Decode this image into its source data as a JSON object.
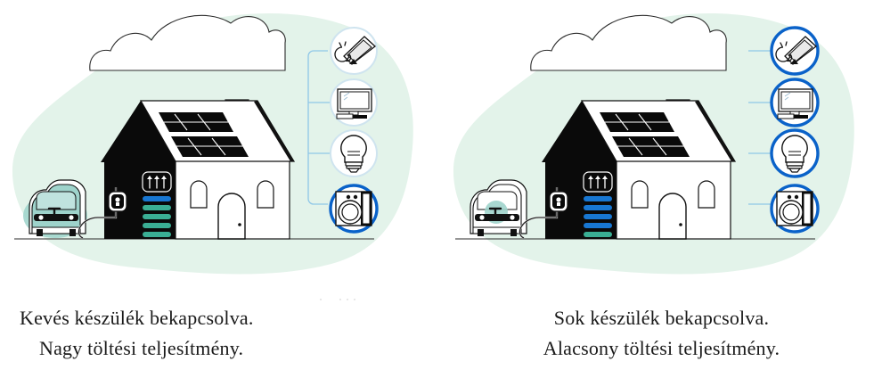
{
  "figure": {
    "title_alt": "Elektromos autó töltése okos otthonban",
    "panels": [
      {
        "id": "left",
        "state": "few-devices",
        "captions": {
          "line1": "Kevés készülék bekapcsolva.",
          "line2": "Nagy töltési teljesítmény."
        },
        "car": {
          "label": "electric-car",
          "body_color": "#9ed3cb",
          "charging": "high"
        },
        "house": {
          "label": "house-with-solar-panels",
          "wall_dark": "#0a0a0a",
          "wall_light": "#ffffff"
        },
        "charger": {
          "label": "wallbox-charger"
        },
        "meter": {
          "label": "power-meter",
          "bars": [
            {
              "color": "#1877d2",
              "state": "on"
            },
            {
              "color": "#3aae94",
              "state": "on"
            },
            {
              "color": "#3aae94",
              "state": "on"
            },
            {
              "color": "#3aae94",
              "state": "on"
            },
            {
              "color": "#3aae94",
              "state": "on"
            }
          ]
        },
        "devices": [
          {
            "name": "laptop-plug",
            "active": false
          },
          {
            "name": "monitor",
            "active": false
          },
          {
            "name": "lightbulb",
            "active": false
          },
          {
            "name": "washing-machine",
            "active": true
          }
        ]
      },
      {
        "id": "right",
        "state": "many-devices",
        "captions": {
          "line1": "Sok készülék bekapcsolva.",
          "line2": "Alacsony töltési teljesítmény."
        },
        "car": {
          "label": "electric-car",
          "body_color": "#ffffff",
          "charging": "low"
        },
        "house": {
          "label": "house-with-solar-panels",
          "wall_dark": "#0a0a0a",
          "wall_light": "#ffffff"
        },
        "charger": {
          "label": "wallbox-charger"
        },
        "meter": {
          "label": "power-meter",
          "bars": [
            {
              "color": "#1877d2",
              "state": "on"
            },
            {
              "color": "#1877d2",
              "state": "on"
            },
            {
              "color": "#1877d2",
              "state": "on"
            },
            {
              "color": "#1877d2",
              "state": "on"
            },
            {
              "color": "#3aae94",
              "state": "on"
            }
          ]
        },
        "devices": [
          {
            "name": "laptop-plug",
            "active": true
          },
          {
            "name": "monitor",
            "active": true
          },
          {
            "name": "lightbulb",
            "active": true
          },
          {
            "name": "washing-machine",
            "active": true
          }
        ]
      }
    ],
    "colors": {
      "blob_green": "#e3f3ea",
      "accent_blue": "#0a62c9",
      "connector_blue": "#8fc7e8",
      "teal": "#3aae94",
      "bar_blue": "#1877d2",
      "car_teal": "#9ed3cb",
      "ink": "#111111",
      "ground_line": "#2b2b2b"
    }
  }
}
